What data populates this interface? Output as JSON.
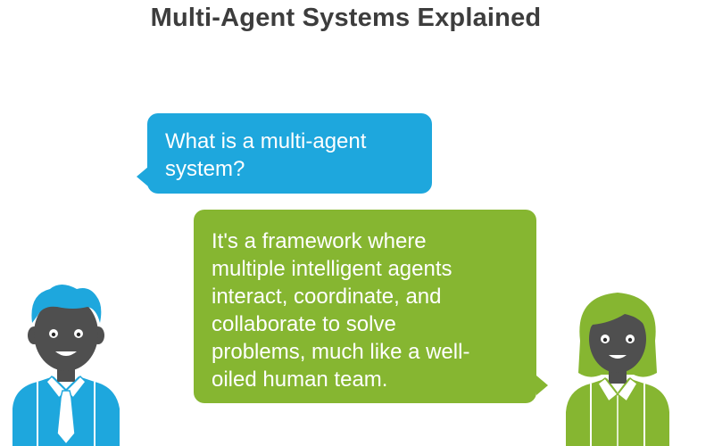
{
  "title": "Multi-Agent Systems Explained",
  "question": {
    "lines": [
      "What is a multi-agent",
      "system?"
    ]
  },
  "answer": {
    "lines": [
      "It's a framework where",
      "multiple intelligent agents",
      "interact, coordinate, and",
      "collaborate to solve",
      "problems, much like a well-",
      "oiled human team."
    ]
  },
  "colors": {
    "question_bubble": "#1ea7dd",
    "answer_bubble": "#86b631",
    "male_character": "#1ea7dd",
    "female_character": "#86b631",
    "face": "#4f4f4f",
    "title": "#3d3d3d"
  },
  "characters": {
    "left": "male-person-icon",
    "right": "female-person-icon"
  }
}
